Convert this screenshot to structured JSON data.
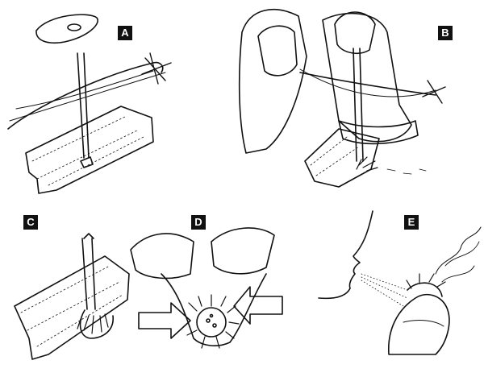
{
  "panels": [
    {
      "id": "a",
      "label": "A"
    },
    {
      "id": "b",
      "label": "B"
    },
    {
      "id": "c",
      "label": "C"
    },
    {
      "id": "d",
      "label": "D"
    },
    {
      "id": "e",
      "label": "E"
    }
  ],
  "colors": {
    "ink": "#111111",
    "paper": "#ffffff"
  }
}
